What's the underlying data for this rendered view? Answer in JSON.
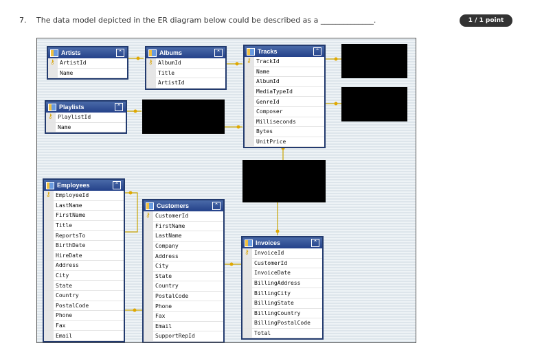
{
  "question": {
    "number": "7.",
    "text": "The data model depicted in the ER diagram below could be described as a ______________.",
    "points": "1 / 1 point"
  },
  "tables": {
    "artists": {
      "title": "Artists",
      "fields": [
        "ArtistId",
        "Name"
      ],
      "pk": [
        0
      ]
    },
    "albums": {
      "title": "Albums",
      "fields": [
        "AlbumId",
        "Title",
        "ArtistId"
      ],
      "pk": [
        0
      ]
    },
    "tracks": {
      "title": "Tracks",
      "fields": [
        "TrackId",
        "Name",
        "AlbumId",
        "MediaTypeId",
        "GenreId",
        "Composer",
        "Milliseconds",
        "Bytes",
        "UnitPrice"
      ],
      "pk": [
        0
      ]
    },
    "playlists": {
      "title": "Playlists",
      "fields": [
        "PlaylistId",
        "Name"
      ],
      "pk": [
        0
      ]
    },
    "employees": {
      "title": "Employees",
      "fields": [
        "EmployeeId",
        "LastName",
        "FirstName",
        "Title",
        "ReportsTo",
        "BirthDate",
        "HireDate",
        "Address",
        "City",
        "State",
        "Country",
        "PostalCode",
        "Phone",
        "Fax",
        "Email"
      ],
      "pk": [
        0
      ]
    },
    "customers": {
      "title": "Customers",
      "fields": [
        "CustomerId",
        "FirstName",
        "LastName",
        "Company",
        "Address",
        "City",
        "State",
        "Country",
        "PostalCode",
        "Phone",
        "Fax",
        "Email",
        "SupportRepId"
      ],
      "pk": [
        0
      ]
    },
    "invoices": {
      "title": "Invoices",
      "fields": [
        "InvoiceId",
        "CustomerId",
        "InvoiceDate",
        "BillingAddress",
        "BillingCity",
        "BillingState",
        "BillingCountry",
        "BillingPostalCode",
        "Total"
      ],
      "pk": [
        0
      ]
    }
  },
  "icons": {
    "table": "table-icon",
    "key": "key-icon",
    "collapse": "collapse-icon"
  },
  "colors": {
    "header": "#24418a",
    "redaction": "#000000",
    "key": "#d9a300",
    "connector": "#e0a800"
  }
}
